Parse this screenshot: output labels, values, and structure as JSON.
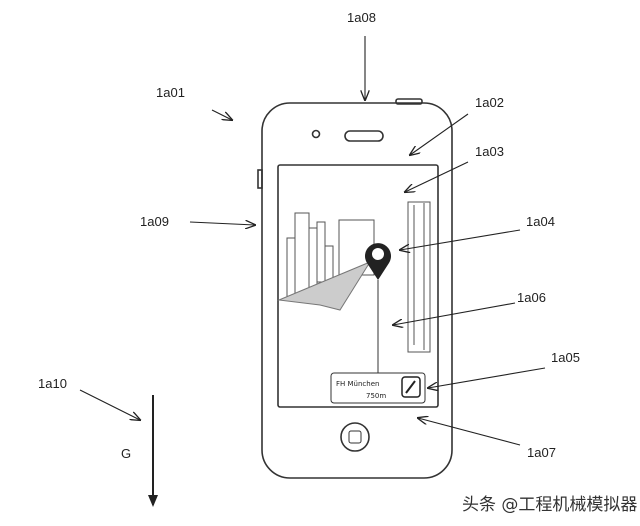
{
  "labels": {
    "l1a08": "1a08",
    "l1a01": "1a01",
    "l1a02": "1a02",
    "l1a03": "1a03",
    "l1a09": "1a09",
    "l1a04": "1a04",
    "l1a06": "1a06",
    "l1a05": "1a05",
    "l1a10": "1a10",
    "l1a07": "1a07",
    "gravity": "G"
  },
  "callout": {
    "place": "FH München",
    "distance": "750m"
  },
  "watermark": "头条 @工程机械模拟器"
}
